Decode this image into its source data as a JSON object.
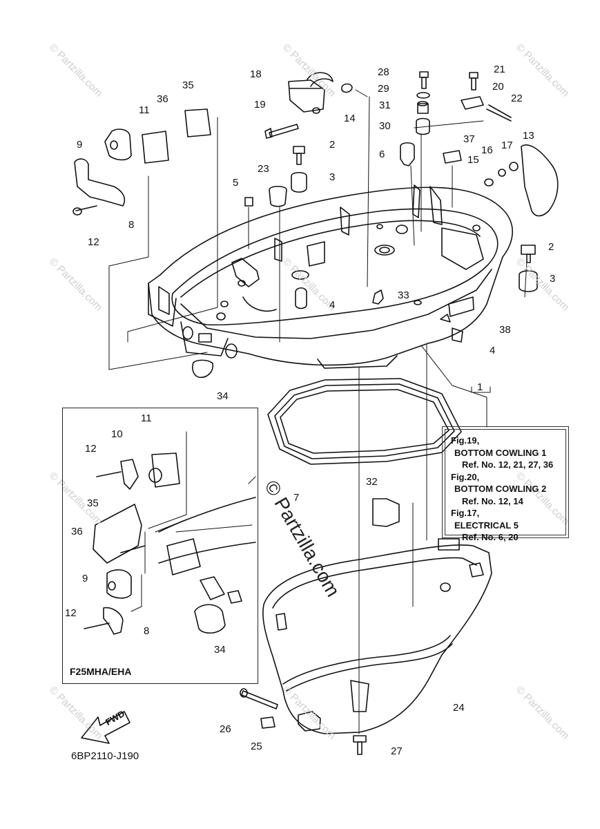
{
  "watermark": "© Partzilla.com",
  "watermark_center": "© Partzilla.com",
  "drawing_code": "6BP2110-J190",
  "variant_label": "F25MHA/EHA",
  "fwd_label": "FWD",
  "ref_box": {
    "lines": [
      "Fig.19,",
      "BOTTOM COWLING 1",
      "Ref. No. 12, 21, 27, 36",
      "Fig.20,",
      "BOTTOM COWLING 2",
      "Ref. No. 12, 14",
      "Fig.17,",
      "ELECTRICAL 5",
      "Ref. No. 6, 20"
    ]
  },
  "callouts": {
    "main": [
      "18",
      "28",
      "21",
      "35",
      "29",
      "20",
      "36",
      "11",
      "19",
      "31",
      "22",
      "14",
      "30",
      "9",
      "13",
      "37",
      "2",
      "6",
      "16",
      "17",
      "23",
      "3",
      "15",
      "5",
      "8",
      "2",
      "12",
      "3",
      "33",
      "4",
      "4",
      "38",
      "34",
      "1",
      "7",
      "32",
      "24",
      "26",
      "25",
      "27"
    ],
    "inset": [
      "11",
      "10",
      "12",
      "35",
      "36",
      "9",
      "12",
      "8",
      "34"
    ]
  }
}
